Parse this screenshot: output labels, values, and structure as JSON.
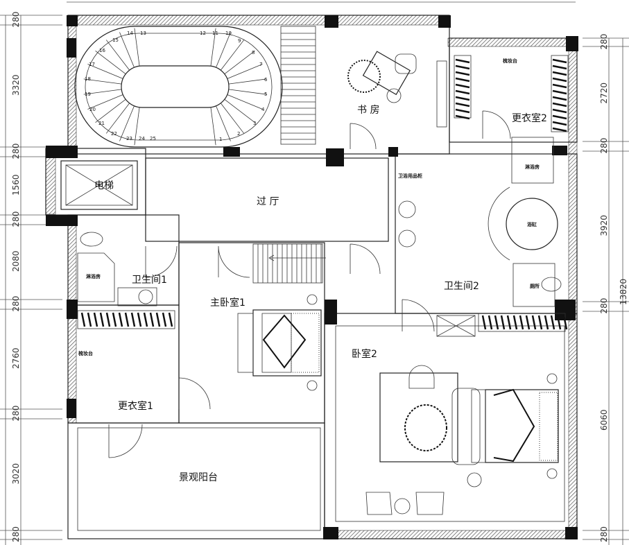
{
  "plan": {
    "rooms": {
      "study": "书 房",
      "closet2": "更衣室2",
      "elevator": "电梯",
      "hall": "过 厅",
      "bath1": "卫生间1",
      "master_bedroom": "主卧室1",
      "bath2": "卫生间2",
      "bedroom2": "卧室2",
      "closet1": "更衣室1",
      "balcony": "景观阳台"
    },
    "fixtures": {
      "dresser_a": "梳妆台",
      "dresser_b": "梳妆台",
      "shower_a": "淋浴房",
      "shower_b": "淋浴房",
      "bathtub": "浴缸",
      "toilet": "厕所",
      "cabinet": "卫浴用品柜"
    },
    "stair_steps": [
      "1",
      "2",
      "3",
      "4",
      "5",
      "6",
      "7",
      "8",
      "9",
      "10",
      "11",
      "12",
      "13",
      "14",
      "15",
      "16",
      "17",
      "18",
      "19",
      "20",
      "21",
      "22",
      "23",
      "24",
      "25"
    ],
    "dims_left": [
      "280",
      "3320",
      "280",
      "1560",
      "280",
      "2080",
      "280",
      "2760",
      "280",
      "3020",
      "280"
    ],
    "dims_right": [
      "280",
      "2720",
      "280",
      "3920",
      "280",
      "6060",
      "280"
    ],
    "dim_total": "13820"
  }
}
